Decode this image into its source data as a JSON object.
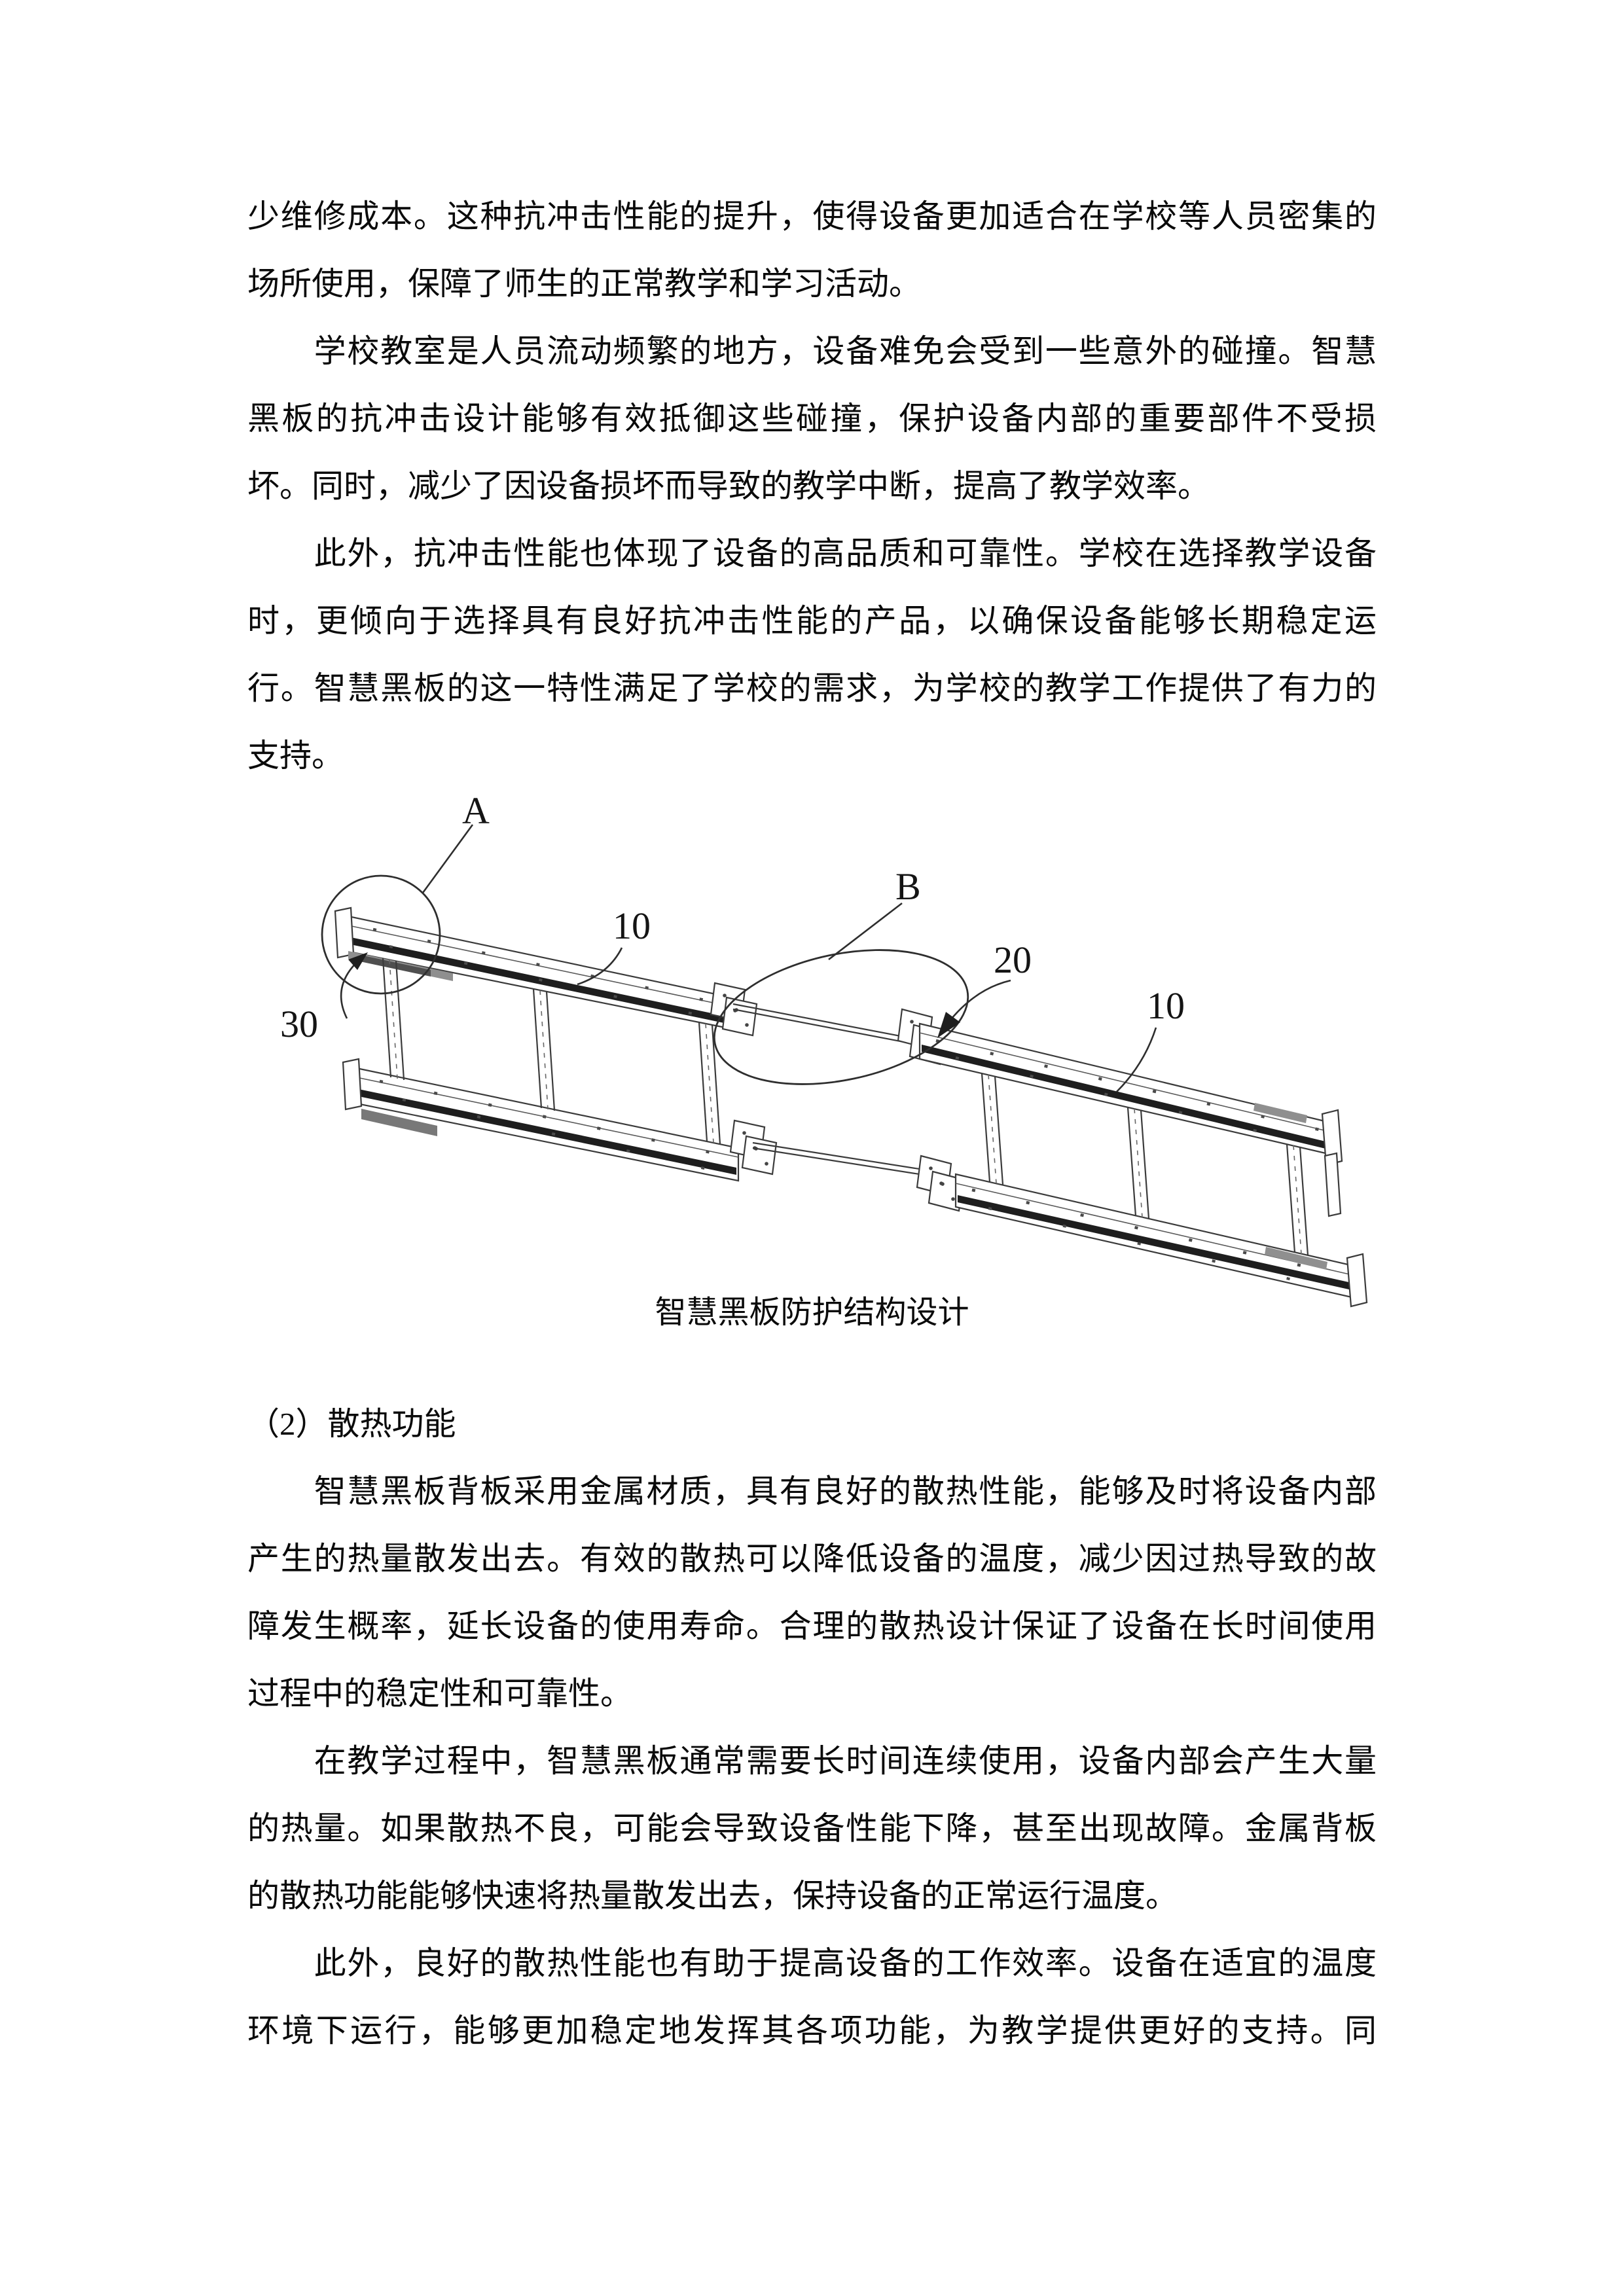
{
  "page": {
    "background": "#ffffff",
    "ink_color": "#0a0a0a"
  },
  "blocks": {
    "block1": [
      "少维修成本。这种抗冲击性能的提升，使得设备更加适合在学校等人员密集的",
      "场所使用，保障了师生的正常教学和学习活动。",
      "　　学校教室是人员流动频繁的地方，设备难免会受到一些意外的碰撞。智慧",
      "黑板的抗冲击设计能够有效抵御这些碰撞，保护设备内部的重要部件不受损",
      "坏。同时，减少了因设备损坏而导致的教学中断，提高了教学效率。",
      "　　此外，抗冲击性能也体现了设备的高品质和可靠性。学校在选择教学设备",
      "时，更倾向于选择具有良好抗冲击性能的产品，以确保设备能够长期稳定运",
      "行。智慧黑板的这一特性满足了学校的需求，为学校的教学工作提供了有力的",
      "支持。"
    ],
    "block2": [
      "　　智慧黑板背板采用金属材质，具有良好的散热性能，能够及时将设备内部",
      "产生的热量散发出去。有效的散热可以降低设备的温度，减少因过热导致的故",
      "障发生概率，延长设备的使用寿命。合理的散热设计保证了设备在长时间使用",
      "过程中的稳定性和可靠性。",
      "　　在教学过程中，智慧黑板通常需要长时间连续使用，设备内部会产生大量",
      "的热量。如果散热不良，可能会导致设备性能下降，甚至出现故障。金属背板",
      "的散热功能能够快速将热量散发出去，保持设备的正常运行温度。",
      "　　此外，良好的散热性能也有助于提高设备的工作效率。设备在适宜的温度",
      "环境下运行，能够更加稳定地发挥其各项功能，为教学提供更好的支持。同"
    ]
  },
  "figure": {
    "caption": "智慧黑板防护结构设计",
    "labels": {
      "a": "A",
      "b": "B",
      "ref10_left": "10",
      "ref10_right": "10",
      "ref20": "20",
      "ref30": "30"
    },
    "colors": {
      "line": "#3b3b3b",
      "dark_stripe": "#1e1e1e",
      "shading": "#8f8f8f"
    }
  },
  "section2": {
    "heading": "（2）散热功能"
  }
}
